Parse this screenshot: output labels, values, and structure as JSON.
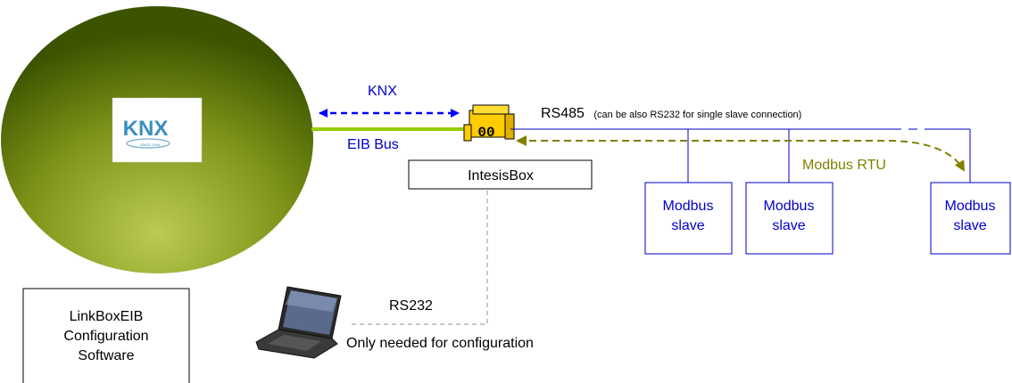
{
  "knx_network": {
    "logo_text": "KNX",
    "logo_tagline": "SINCE 1990",
    "bus_label": "EIB Bus",
    "protocol_label": "KNX"
  },
  "gateway": {
    "name": "IntesisBox",
    "device_badge": "00"
  },
  "rs485": {
    "label": "RS485",
    "note": "(can be also RS232 for single slave connection)"
  },
  "modbus": {
    "protocol_label": "Modbus RTU",
    "slaves": [
      {
        "line1": "Modbus",
        "line2": "slave"
      },
      {
        "line1": "Modbus",
        "line2": "slave"
      },
      {
        "line1": "Modbus",
        "line2": "slave"
      }
    ]
  },
  "config": {
    "link_label": "RS232",
    "caption": "Only needed for configuration",
    "software_lines": [
      "LinkBoxEIB",
      "Configuration",
      "Software"
    ]
  },
  "colors": {
    "knx_dark": "#3f5a00",
    "knx_light": "#b8c84a",
    "bus_green": "#99cc00",
    "link_blue": "#0000cc",
    "arrow_blue": "#0000ff",
    "modbus_olive": "#808000",
    "device_yellow": "#ffcc00",
    "dashed_gray": "#c8c8c8"
  }
}
